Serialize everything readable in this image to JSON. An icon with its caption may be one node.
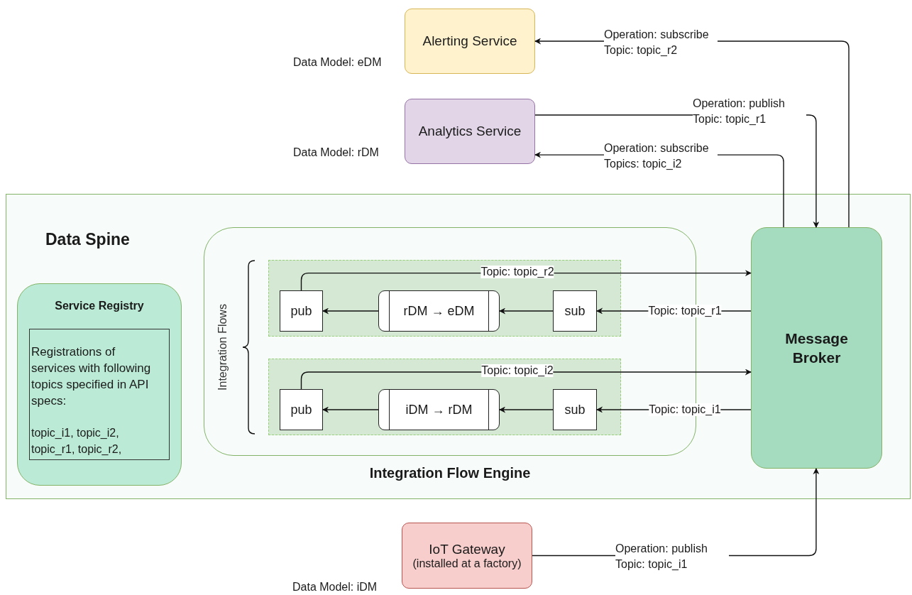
{
  "diagram": {
    "nodes": [
      {
        "text": [
          "Alerting Service"
        ],
        "beside": [
          "Data Model: eDM"
        ]
      },
      {
        "text": [
          "Analytics Service"
        ],
        "beside": [
          "Data Model: rDM"
        ]
      },
      {
        "text": [
          "Data Spine"
        ]
      },
      {
        "text": [
          "Service Registry"
        ],
        "in": 2
      },
      {
        "text": [
          "Registrations of services with following topics specified in API specs:",
          "topic_i1, topic_i2, topic_r1, topic_r2,"
        ],
        "in": 3
      },
      {
        "text": [
          "Integration Flow Engine"
        ],
        "in": 2
      },
      {
        "text": [],
        "shape": "box",
        "in": 5
      },
      {
        "text": [
          "pub"
        ],
        "in": 6
      },
      {
        "text": [
          "rDM → eDM"
        ],
        "in": 6
      },
      {
        "text": [
          "sub"
        ],
        "in": 6
      },
      {
        "text": [],
        "shape": "box",
        "in": 5
      },
      {
        "text": [
          "pub"
        ],
        "in": 10
      },
      {
        "text": [
          "iDM → rDM"
        ],
        "in": 10
      },
      {
        "text": [
          "sub"
        ],
        "in": 10
      },
      {
        "text": [
          "Message Broker"
        ],
        "in": 2
      },
      {
        "text": [
          "IoT Gateway",
          "(installed at a factory)"
        ],
        "beside": [
          "Data Model: iDM"
        ]
      }
    ],
    "edges": [
      {
        "from": 14,
        "to": 0,
        "arrow": "to",
        "label": "Operation: subscribe Topic: topic_r2"
      },
      {
        "from": 1,
        "to": 14,
        "arrow": "to",
        "label": "Operation: publish Topic: topic_r1"
      },
      {
        "from": 14,
        "to": 1,
        "arrow": "to",
        "label": "Operation: subscribe Topics: topic_i2"
      },
      {
        "from": 7,
        "to": 14,
        "arrow": "to",
        "label": "Topic: topic_r2"
      },
      {
        "from": 14,
        "to": 9,
        "arrow": "to",
        "label": "Topic: topic_r1"
      },
      {
        "from": 9,
        "to": 8,
        "arrow": "to"
      },
      {
        "from": 8,
        "to": 7,
        "arrow": "to"
      },
      {
        "from": 11,
        "to": 14,
        "arrow": "to",
        "label": "Topic: topic_i2"
      },
      {
        "from": 14,
        "to": 13,
        "arrow": "to",
        "label": "Topic: topic_i1"
      },
      {
        "from": 13,
        "to": 12,
        "arrow": "to"
      },
      {
        "from": 12,
        "to": 11,
        "arrow": "to"
      },
      {
        "from": 15,
        "to": 14,
        "arrow": "to",
        "label": "Operation: publish Topic: topic_i1"
      }
    ],
    "labels": [
      "Integration Flows"
    ]
  }
}
